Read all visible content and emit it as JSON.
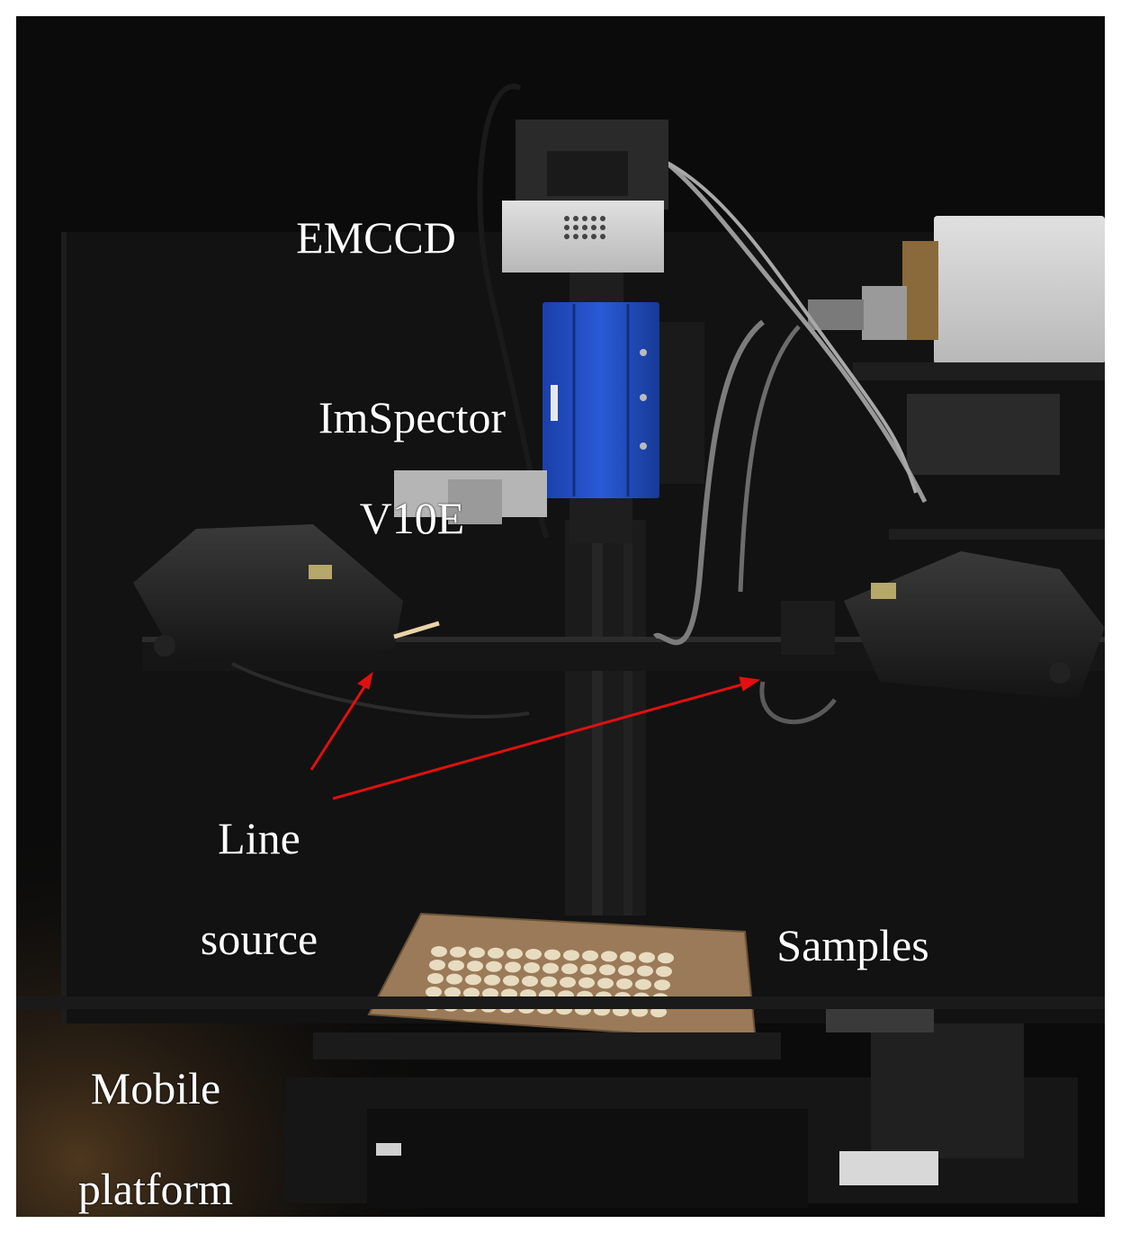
{
  "labels": {
    "emccd": "EMCCD",
    "imspector_line1": "ImSpector",
    "imspector_line2": "V10E",
    "line_source_line1": "Line",
    "line_source_line2": "source",
    "samples": "Samples",
    "mobile_platform_line1": "Mobile",
    "mobile_platform_line2": "platform"
  },
  "colors": {
    "background": "#0b0b0b",
    "spectrograph_blue": "#1f4fc4",
    "arrow_red": "#e01010",
    "label_text": "#ffffff"
  }
}
